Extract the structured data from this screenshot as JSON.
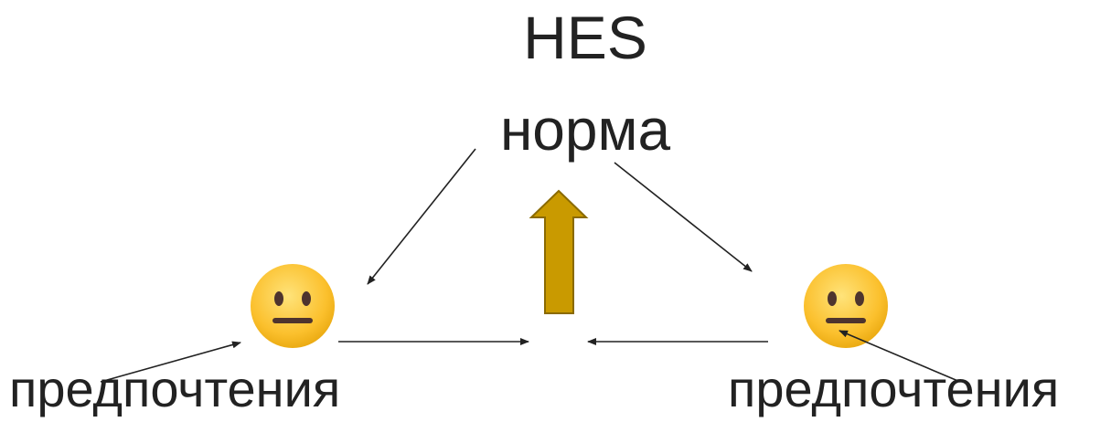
{
  "diagram": {
    "title": "HES",
    "norm_label": "норма",
    "preference_left": "предпочтения",
    "preference_right": "предпочтения"
  },
  "icons": {
    "agent_left": "neutral-face-emoji",
    "agent_right": "neutral-face-emoji",
    "center_arrow": "up-arrow"
  },
  "colors": {
    "text": "#222222",
    "arrow_line": "#222222",
    "emoji_face": "#fbc02d",
    "emoji_features": "#4e342e",
    "up_arrow_fill": "#c99a00",
    "up_arrow_stroke": "#8a6a00"
  }
}
